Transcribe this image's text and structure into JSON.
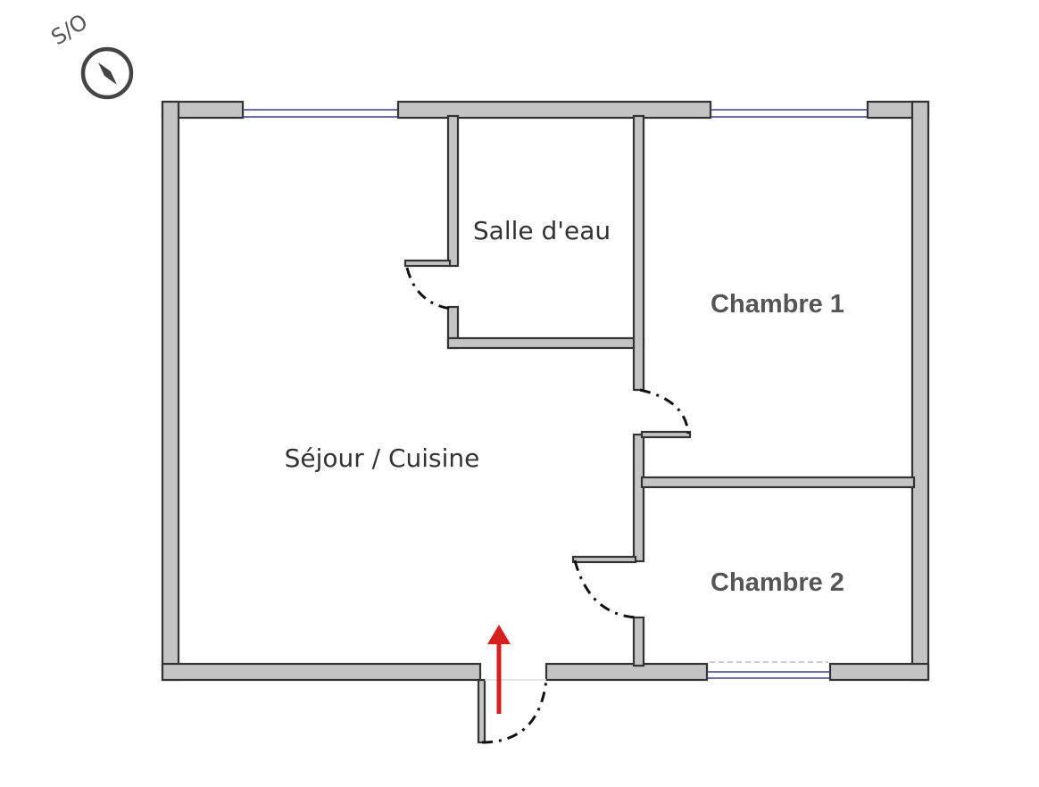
{
  "plan": {
    "orientation": {
      "label": "S/O",
      "icon": "compass-icon"
    },
    "rooms": {
      "salle_eau": "Salle d'eau",
      "chambre_1": "Chambre 1",
      "sejour_cuisine": "Séjour / Cuisine",
      "chambre_2": "Chambre 2"
    },
    "entrance": {
      "icon": "entrance-arrow-icon"
    },
    "colors": {
      "wall_fill": "#c4c4c4",
      "wall_stroke": "#333333",
      "window": "#3c3c8c",
      "entrance_arrow": "#d62020",
      "text": "#333333",
      "room_text_bold": "#555555"
    }
  }
}
